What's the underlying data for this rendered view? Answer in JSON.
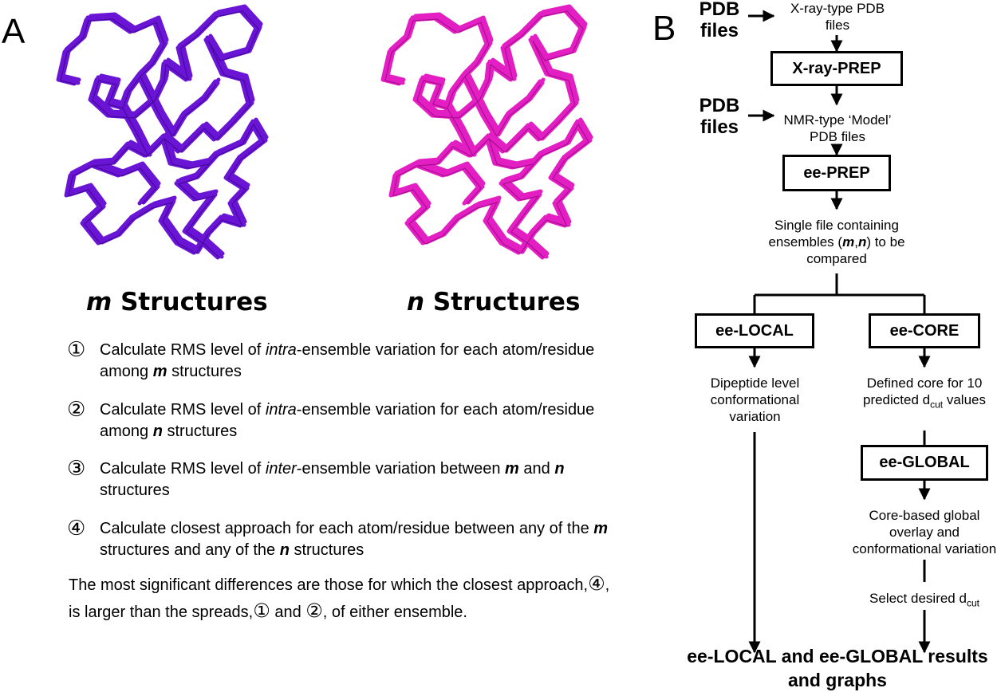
{
  "panel_a": {
    "letter": "A",
    "left_title_var": "m",
    "left_title_word": " Structures",
    "right_title_var": "n",
    "right_title_word": " Structures",
    "left_color": "#6a14d6",
    "right_color": "#e31fc4",
    "steps": [
      {
        "num": "①",
        "text": "Calculate RMS level of intra-ensemble variation for each atom/residue among m structures"
      },
      {
        "num": "②",
        "text": "Calculate RMS level of intra-ensemble variation for each atom/residue among n structures"
      },
      {
        "num": "③",
        "text": "Calculate RMS level of inter-ensemble variation between m and n structures"
      },
      {
        "num": "④",
        "text": "Calculate closest approach for each atom/residue between any of the m structures and any of the n structures"
      }
    ],
    "summary": "The most significant differences are those for which the closest approach,④, is larger than the spreads,① and ②, of either ensemble."
  },
  "panel_b": {
    "letter": "B",
    "pdb_label_1": "PDB files",
    "pdb_label_2": "PDB files",
    "xray_files": "X-ray-type PDB files",
    "xray_prep": "X-ray-PREP",
    "nmr_files": "NMR-type ‘Model’ PDB files",
    "ee_prep": "ee-PREP",
    "single_file": "Single file containing ensembles (m,n) to be compared",
    "ee_local": "ee-LOCAL",
    "ee_core": "ee-CORE",
    "dipeptide": "Dipeptide level conformational variation",
    "defined_core": "Defined core for 10 predicted dcut values",
    "ee_global": "ee-GLOBAL",
    "core_based": "Core-based global overlay and conformational variation",
    "select_dcut": "Select desired dcut",
    "final_result": "ee-LOCAL and ee-GLOBAL results and graphs"
  }
}
